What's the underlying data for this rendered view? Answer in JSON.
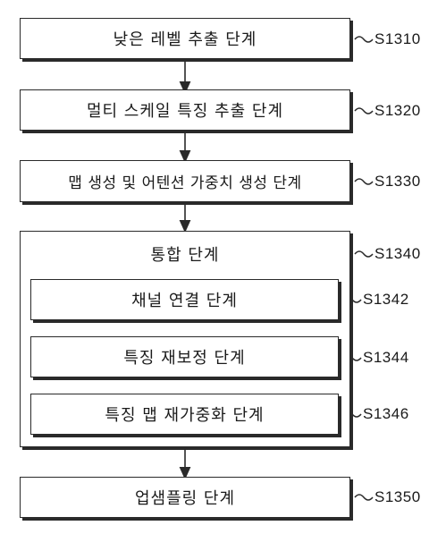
{
  "steps": [
    {
      "text": "낮은 레벨 추출 단계",
      "code": "S1310"
    },
    {
      "text": "멀티 스케일 특징 추출 단계",
      "code": "S1320"
    },
    {
      "text": "맵 생성 및 어텐션 가중치 생성 단계",
      "code": "S1330"
    }
  ],
  "group": {
    "title": "통합 단계",
    "code": "S1340",
    "substeps": [
      {
        "text": "채널 연결 단계",
        "code": "S1342"
      },
      {
        "text": "특징 재보정 단계",
        "code": "S1344"
      },
      {
        "text": "특징 맵 재가중화 단계",
        "code": "S1346"
      }
    ]
  },
  "final_step": {
    "text": "업샘플링 단계",
    "code": "S1350"
  }
}
